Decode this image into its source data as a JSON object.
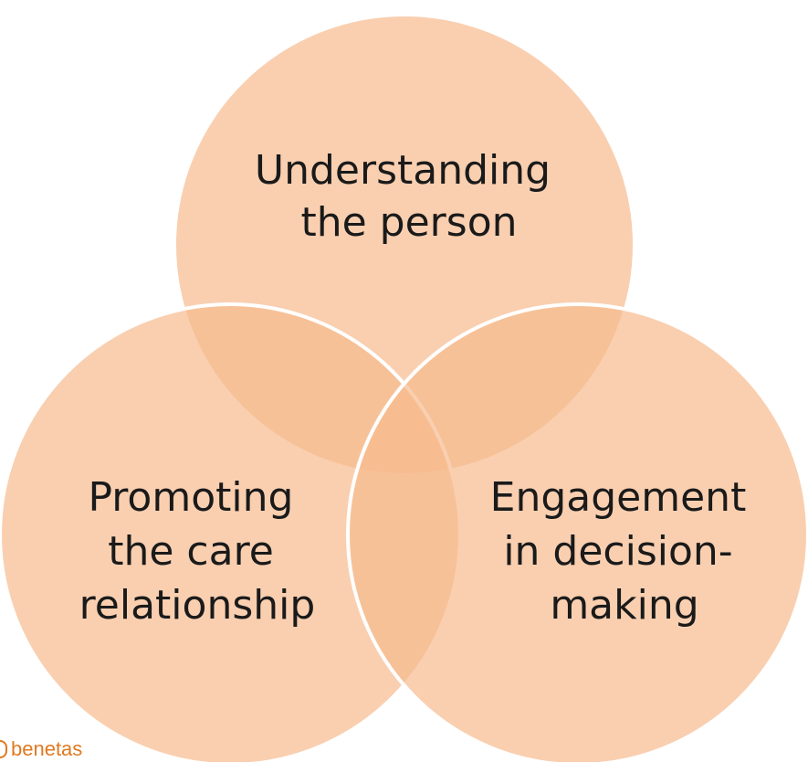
{
  "diagram": {
    "type": "venn",
    "circles": [
      {
        "id": "top",
        "lines": [
          "Understanding",
          "the person"
        ]
      },
      {
        "id": "left",
        "lines": [
          "Promoting",
          "the care",
          "relationship"
        ]
      },
      {
        "id": "right",
        "lines": [
          "Engagement",
          "in decision-",
          "making"
        ]
      }
    ],
    "colors": {
      "fill": "#f7bb8e",
      "fill_opacity": "0.7",
      "stroke": "#ffffff",
      "text": "#1a1a1a",
      "brand": "#e07a1f"
    }
  },
  "logo": {
    "text": "benetas"
  }
}
